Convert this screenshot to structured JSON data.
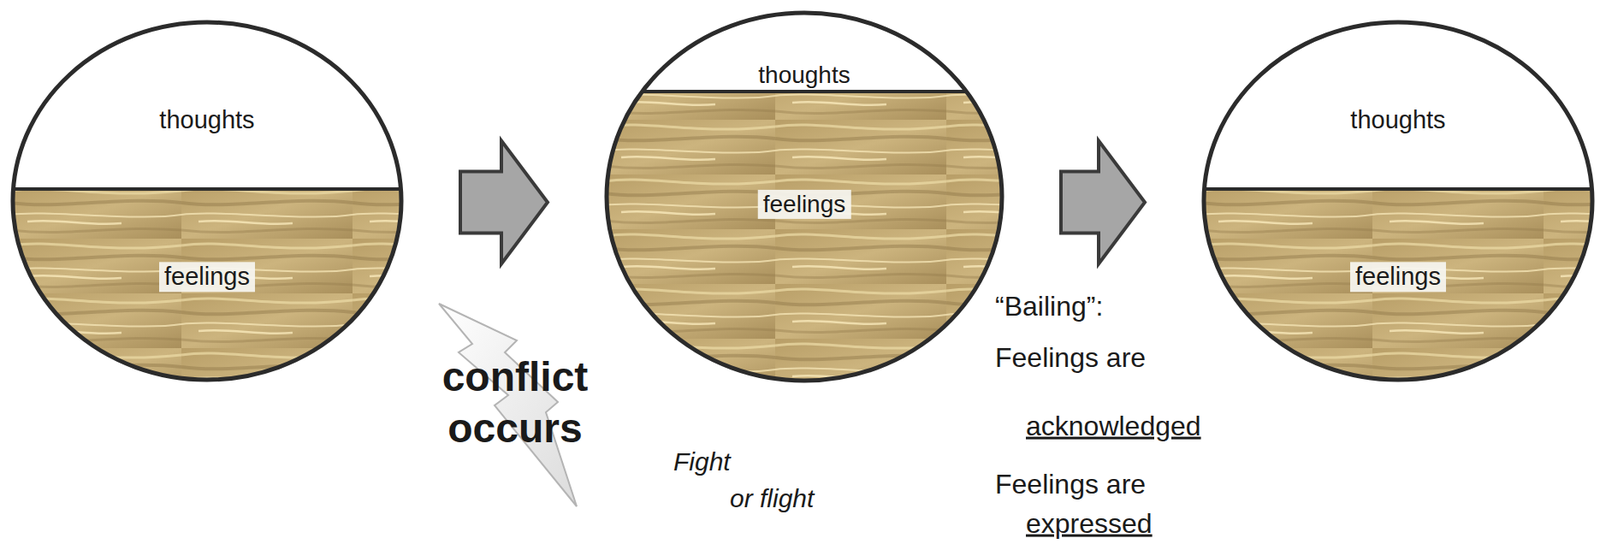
{
  "diagram": {
    "nodes": [
      {
        "text": [
          "thoughts",
          "feelings"
        ]
      },
      {
        "text": [
          "thoughts",
          "feelings"
        ]
      },
      {
        "text": [
          "thoughts",
          "feelings"
        ]
      }
    ],
    "edges": [
      {
        "from": 0,
        "to": 1,
        "arrow": "to"
      },
      {
        "from": 1,
        "to": 2,
        "arrow": "to"
      }
    ],
    "labels": [
      "conflict occurs",
      "Fight",
      "or flight",
      "“Bailing”:",
      "Feelings are",
      "acknowledged",
      "Feelings are",
      "expressed"
    ]
  }
}
